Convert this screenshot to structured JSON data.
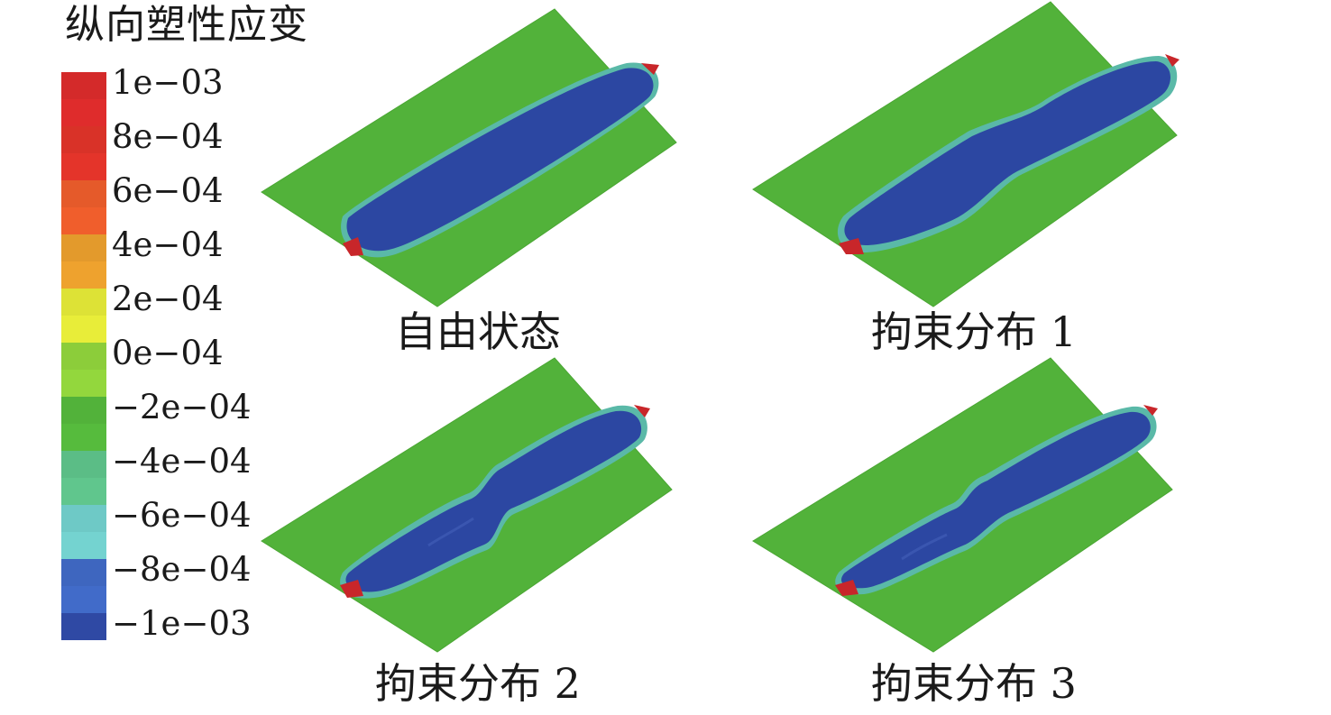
{
  "legend": {
    "title": "纵向塑性应变",
    "ticks": [
      {
        "label": "1e−03",
        "color": "#d42a2a"
      },
      {
        "label": "8e−04",
        "color": "#d93228"
      },
      {
        "label": "6e−04",
        "color": "#e55a2a"
      },
      {
        "label": "4e−04",
        "color": "#e39a2c"
      },
      {
        "label": "2e−04",
        "color": "#dde236"
      },
      {
        "label": "0e−04",
        "color": "#8ccd3a"
      },
      {
        "label": "−2e−04",
        "color": "#52b23a"
      },
      {
        "label": "−4e−04",
        "color": "#5bbd86"
      },
      {
        "label": "−6e−04",
        "color": "#6ec9c6"
      },
      {
        "label": "−8e−04",
        "color": "#3e66bf"
      },
      {
        "label": "−1e−03",
        "color": "#2f49a4"
      }
    ],
    "extra_swatch_colors": [
      "#d42a2a",
      "#e55a2a",
      "#e39a2c",
      "#dde236",
      "#8ccd3a",
      "#52b23a",
      "#5bbd86",
      "#6ec9c6",
      "#3e66bf",
      "#2f49a4",
      "#2c47a2",
      "#2f49a4"
    ]
  },
  "colors": {
    "plate": "#52b23a",
    "plate_edge": "#4aa633",
    "weld": "#2c47a2",
    "weld_halo": "#5ab9a8",
    "hot_spot": "#c8262a"
  },
  "panels": [
    {
      "caption": "自由状态"
    },
    {
      "caption": "拘束分布 1"
    },
    {
      "caption": "拘束分布 2"
    },
    {
      "caption": "拘束分布 3"
    }
  ]
}
